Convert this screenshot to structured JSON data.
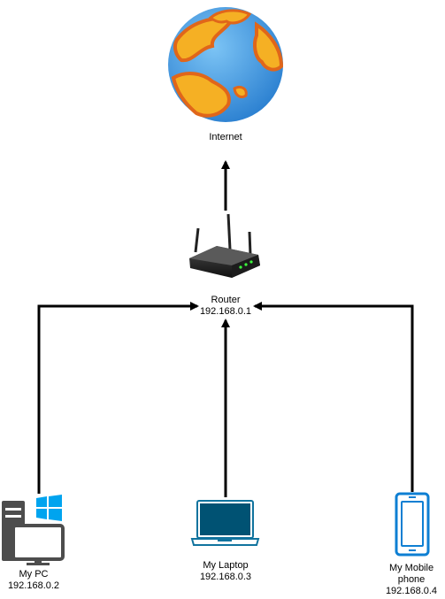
{
  "nodes": {
    "internet": {
      "icon": "globe-icon",
      "label": "Internet"
    },
    "router": {
      "icon": "router-icon",
      "label": "Router",
      "ip": "192.168.0.1"
    },
    "pc": {
      "icon": "desktop-pc-windows-icon",
      "label": "My PC",
      "ip": "192.168.0.2"
    },
    "laptop": {
      "icon": "laptop-icon",
      "label": "My Laptop",
      "ip": "192.168.0.3"
    },
    "phone": {
      "icon": "mobile-phone-icon",
      "label_line1": "My Mobile",
      "label_line2": "phone",
      "ip": "192.168.0.4"
    }
  },
  "edges": [
    {
      "from": "router",
      "to": "internet"
    },
    {
      "from": "pc",
      "to": "router"
    },
    {
      "from": "laptop",
      "to": "router"
    },
    {
      "from": "phone",
      "to": "router"
    }
  ],
  "colors": {
    "edge": "#000000",
    "globe_ocean": "#3d95e0",
    "globe_land": "#f5b024",
    "globe_land_edge": "#e0661a",
    "device_blue": "#0e7fd3",
    "laptop_outline": "#10739e",
    "laptop_screen": "#005273",
    "pc_dark": "#4d4d4d",
    "windows_blue": "#00a4ef"
  }
}
